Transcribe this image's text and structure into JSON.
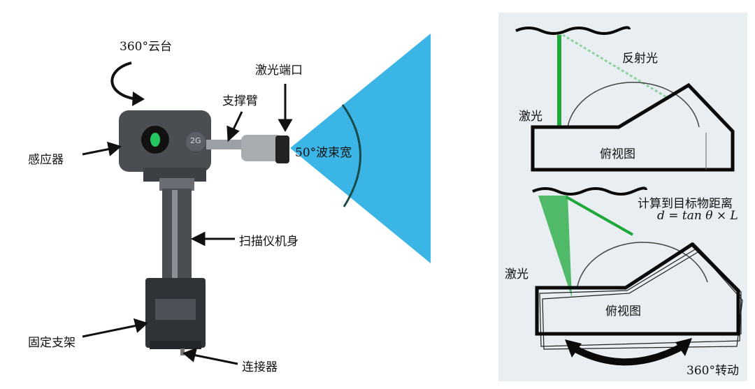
{
  "left": {
    "labels": {
      "gimbal": "360°云台",
      "laser_port": "激光端口",
      "support_arm": "支撑臂",
      "sensor": "感应器",
      "beam_width": "50°波束宽",
      "scanner_body": "扫描仪机身",
      "mount_bracket": "固定支架",
      "connector": "连接器"
    },
    "device_badge": "2G",
    "colors": {
      "beam": "#3ab5e6",
      "arc": "#1a4a4a",
      "sensor_dot": "#22c55e"
    }
  },
  "right": {
    "top": {
      "reflected": "反射光",
      "laser": "激光",
      "top_view": "俯视图"
    },
    "bottom": {
      "compute": "计算到目标物距离",
      "formula": "d = tan θ × L",
      "laser": "激光",
      "top_view": "俯视图",
      "rotation": "360°转动"
    },
    "colors": {
      "background": "#e8eef1",
      "laser_green": "#1fa83a",
      "outline": "#0a0a0a"
    }
  }
}
